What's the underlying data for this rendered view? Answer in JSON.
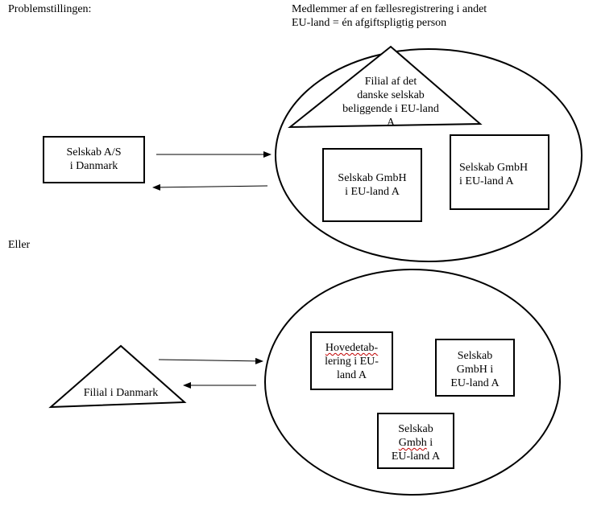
{
  "top": {
    "heading": "Problemstillingen:",
    "group_title_line1": "Medlemmer af en fællesregistrering i andet",
    "group_title_line2": "EU-land = én afgiftspligtig person",
    "company_dk": {
      "line1": "Selskab A/S",
      "line2": "i Danmark"
    },
    "branch_triangle": {
      "line1": "Filial af det",
      "line2": "danske selskab",
      "line3": "beliggende i EU-land A"
    },
    "gmbh_left": {
      "line1": "Selskab GmbH",
      "line2": "i EU-land A"
    },
    "gmbh_right": {
      "line1": "Selskab GmbH",
      "line2": "i EU-land A"
    }
  },
  "middle": {
    "or_label": "Eller"
  },
  "bottom": {
    "branch_dk": {
      "line1": "Filial i Danmark"
    },
    "head_office": {
      "line1": "Hovedetab-",
      "line2": "lering i EU-",
      "line3": "land A"
    },
    "gmbh_right": {
      "line1": "Selskab",
      "line2": "GmbH i",
      "line3": "EU-land A"
    },
    "gmbh_bottom": {
      "line1": "Selskab",
      "line2_part1": "Gmbh",
      "line2_part2": " i",
      "line3": "EU-land A"
    }
  }
}
